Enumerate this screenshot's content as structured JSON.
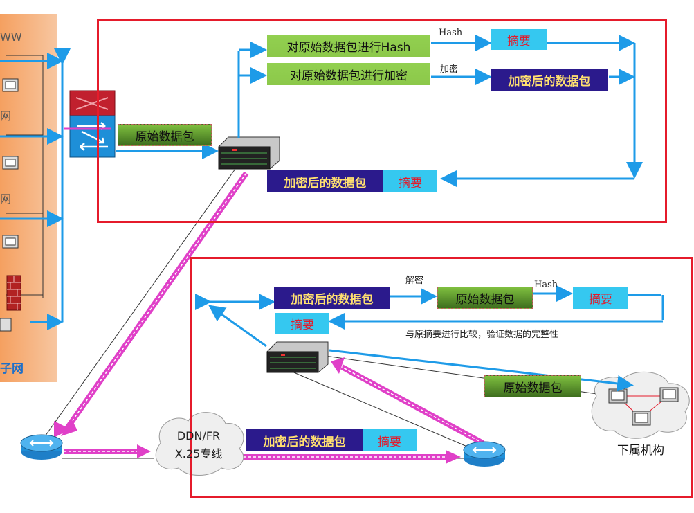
{
  "left_panel": {
    "top_fragment": "WW",
    "net_fragment_1": "网",
    "net_fragment_2": "网",
    "bottom_fragment": "子网"
  },
  "hq": {
    "hash_step": "对原始数据包进行Hash",
    "encrypt_step": "对原始数据包进行加密",
    "hash_label": "Hash",
    "encrypt_label": "加密",
    "digest": "摘要",
    "encrypted_packet": "加密后的数据包",
    "original_packet": "原始数据包",
    "combined_encrypted": "加密后的数据包",
    "combined_digest": "摘要"
  },
  "transit": {
    "cloud_line1": "DDN/FR",
    "cloud_line2": "X.25专线",
    "encrypted_packet": "加密后的数据包",
    "digest": "摘要"
  },
  "branch": {
    "encrypted_packet": "加密后的数据包",
    "decrypt_label": "解密",
    "original_packet": "原始数据包",
    "hash_label": "Hash",
    "digest_right": "摘要",
    "digest_left": "摘要",
    "compare_text": "与原摘要进行比较，验证数据的完整性",
    "output_packet": "原始数据包",
    "subsidiary": "下属机构"
  },
  "colors": {
    "arrow_blue": "#1e9be8",
    "frame_red": "#e51b2b",
    "tunnel_magenta": "#e040c8",
    "navy_label": "#2b1a8c",
    "cyan_label": "#35c8f0",
    "green_label": "#92d050"
  }
}
